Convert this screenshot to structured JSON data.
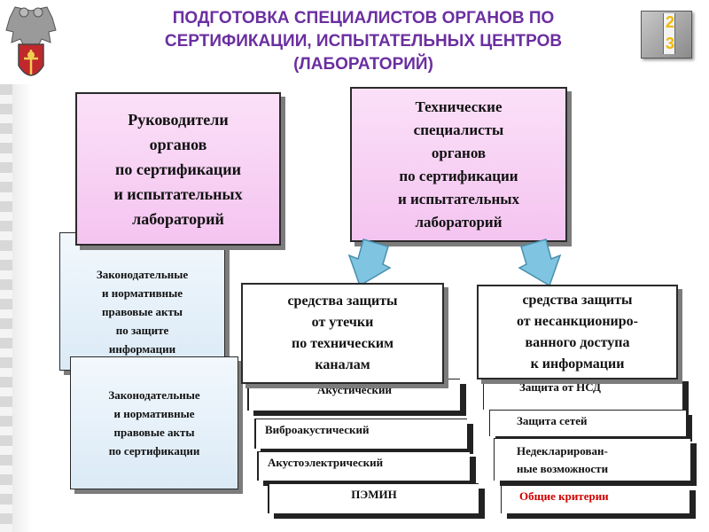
{
  "title": {
    "line1": "ПОДГОТОВКА СПЕЦИАЛИСТОВ ОРГАНОВ ПО",
    "line2": "СЕРТИФИКАЦИИ, ИСПЫТАТЕЛЬНЫХ ЦЕНТРОВ",
    "line3": "(ЛАБОРАТОРИЙ)"
  },
  "page_number": {
    "digit1": "2",
    "digit2": "3"
  },
  "left_box": {
    "lines": [
      "Руководители",
      "органов",
      "по сертификации",
      "и испытательных",
      "лабораторий"
    ]
  },
  "left_doc1": {
    "lines": [
      "Законодательные",
      "и нормативные",
      "правовые акты",
      "по защите",
      "информации"
    ]
  },
  "left_doc2": {
    "lines": [
      "Законодательные",
      "и нормативные",
      "правовые акты",
      "по сертификации"
    ]
  },
  "right_box": {
    "lines": [
      "Технические",
      "специалисты",
      "органов",
      "по сертификации",
      "и испытательных",
      "лабораторий"
    ]
  },
  "channels_box": {
    "lines": [
      "средства защиты",
      "от утечки",
      "по техническим",
      "каналам"
    ]
  },
  "nsd_box": {
    "lines": [
      "средства защиты",
      "от несанкциониро-",
      "ванного доступа",
      "к информации"
    ]
  },
  "channel_items": [
    "Акустический",
    "Виброакустический",
    "Акустоэлектрический",
    "ПЭМИН"
  ],
  "nsd_items": [
    "Защита от НСД",
    "Защита сетей",
    "Недеклариро­ван-",
    "ные возможности",
    "Общие критерии"
  ],
  "colors": {
    "title": "#6b2fa0",
    "pink_fill": "#f4c4f0",
    "arrow_fill": "#7fc4e0",
    "highlight_text": "#d00000"
  }
}
